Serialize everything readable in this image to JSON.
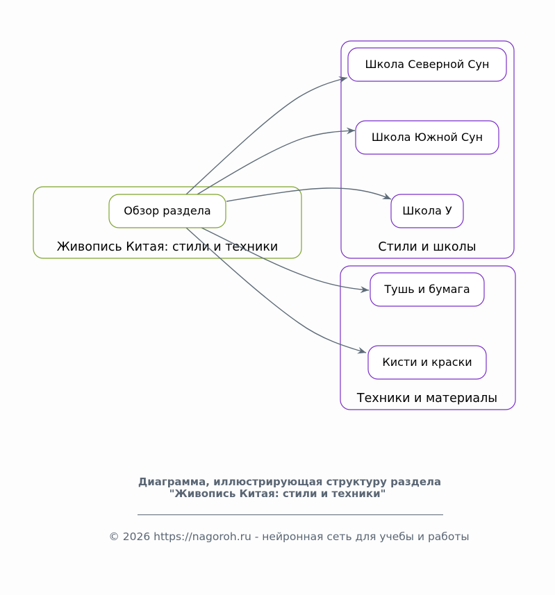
{
  "clusters": {
    "main": {
      "label": "Живопись Китая: стили и техники",
      "color": "#7ea52c"
    },
    "styles": {
      "label": "Стили и школы",
      "color": "#7b2fc9"
    },
    "techniques": {
      "label": "Техники и материалы",
      "color": "#7b2fc9"
    }
  },
  "nodes": {
    "overview": "Обзор раздела",
    "north_song": "Школа Северной Сун",
    "south_song": "Школа Южной Сун",
    "wu_school": "Школа У",
    "ink_paper": "Тушь и бумага",
    "brushes_paints": "Кисти и краски"
  },
  "edge_color": "#5d6b78",
  "caption": {
    "title_line1": "Диаграмма, иллюстрирующая структуру раздела",
    "title_line2": "\"Живопись Китая: стили и техники\"",
    "copyright": "© 2026 https://nagoroh.ru - нейронная сеть для учебы и работы"
  }
}
